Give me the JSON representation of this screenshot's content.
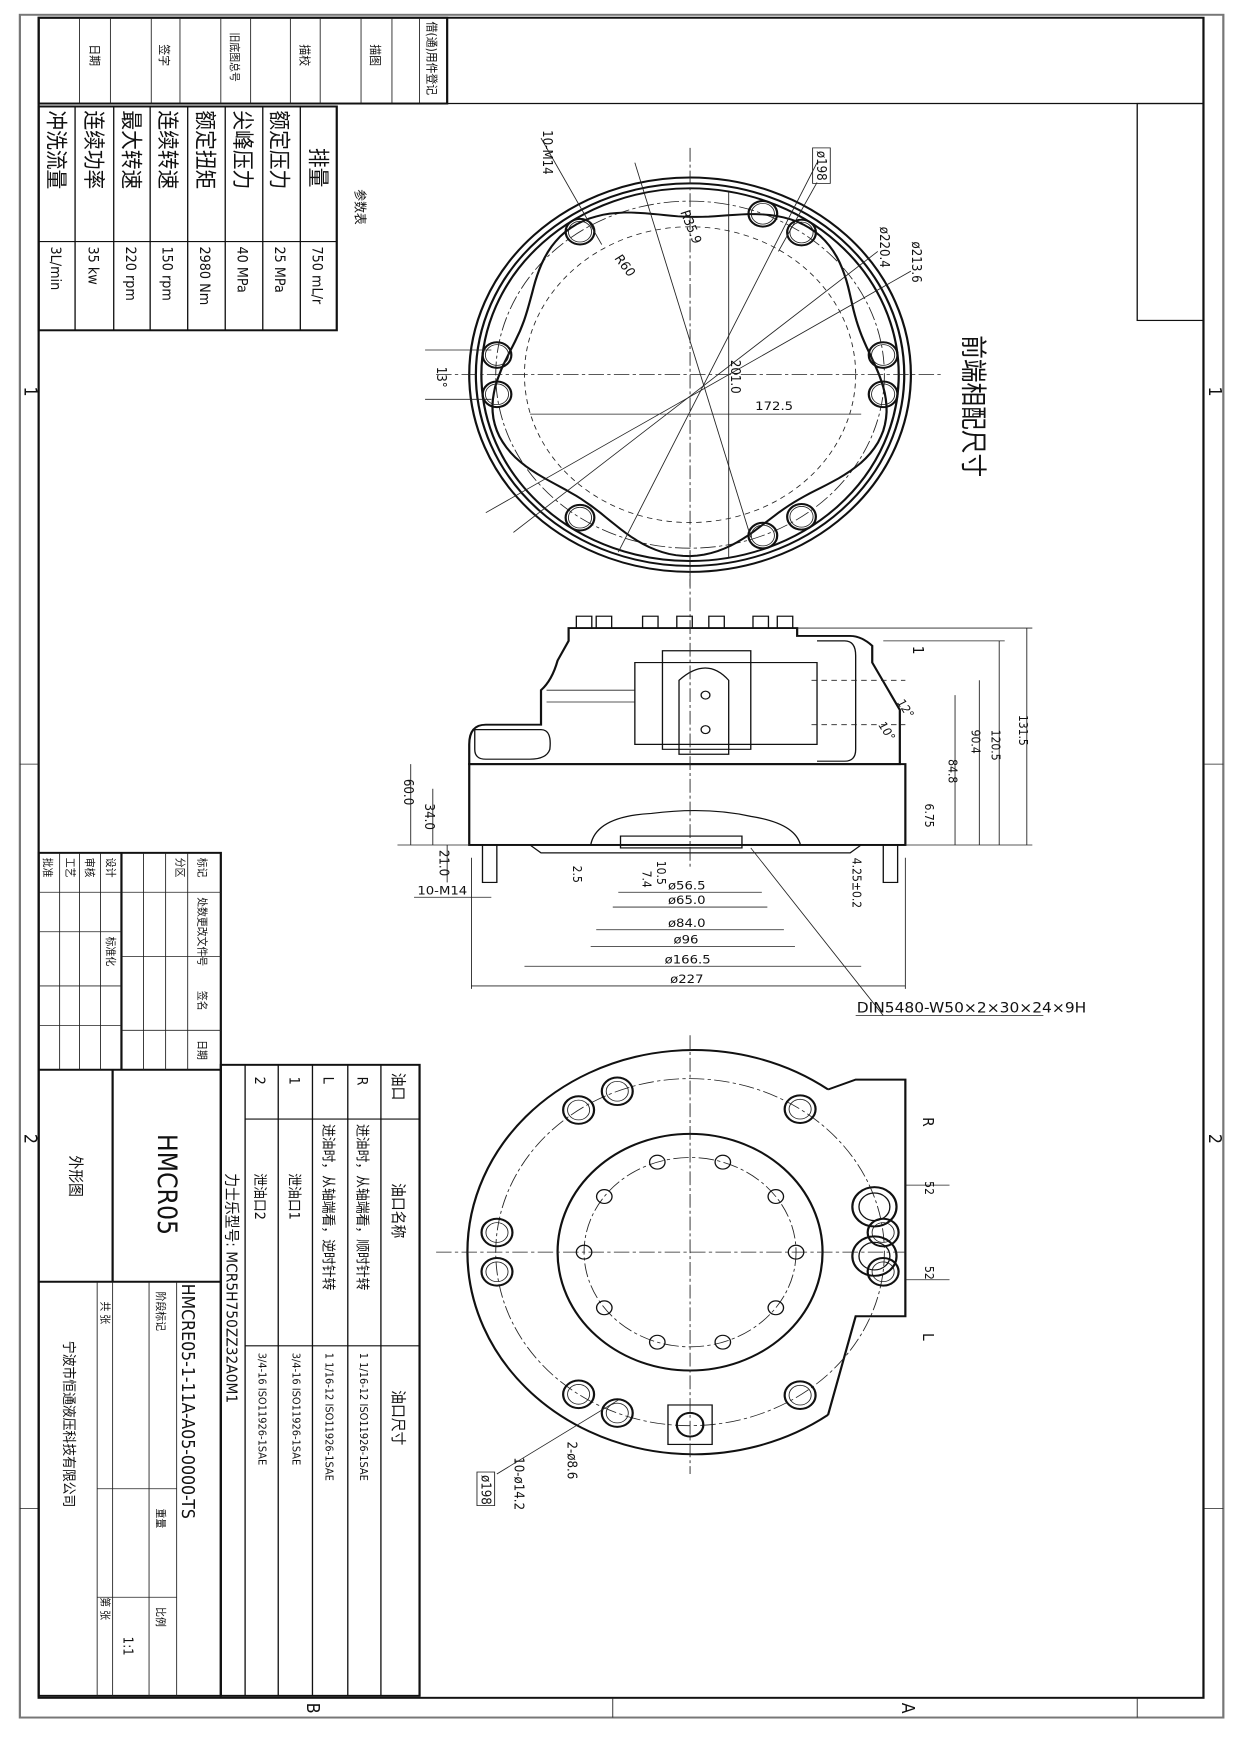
{
  "zone_marks": {
    "row1": "1",
    "row2": "2",
    "col_a": "A",
    "col_b": "B"
  },
  "registry_block": {
    "labels": [
      "借(通)用件登记",
      "描图",
      "描校",
      "旧底图总号",
      "签字",
      "日期"
    ]
  },
  "param_table": {
    "title": "参数表",
    "rows": [
      {
        "name": "排量",
        "value": "750 mL/r"
      },
      {
        "name": "额定压力",
        "value": "25 MPa"
      },
      {
        "name": "尖峰压力",
        "value": "40 MPa"
      },
      {
        "name": "额定扭矩",
        "value": "2980 Nm"
      },
      {
        "name": "连续转速",
        "value": "150 rpm"
      },
      {
        "name": "最大转速",
        "value": "220 rpm"
      },
      {
        "name": "连续功率",
        "value": "35 kw"
      },
      {
        "name": "冲洗流量",
        "value": "3L/min"
      }
    ]
  },
  "front_view": {
    "title": "前端相配尺寸",
    "dims": {
      "holes": "10-M14",
      "bolt_circle": "ø198",
      "d1": "ø220.4",
      "d2": "ø213.6",
      "r1": "R35.9",
      "r2": "R60",
      "angle": "13°",
      "h": "201.0",
      "w": "172.5"
    }
  },
  "side_view": {
    "dims": {
      "d60": "60.0",
      "d34": "34.0",
      "d21": "21.0",
      "holes": "10-M14",
      "d25": "2.5",
      "d105": "10.5",
      "d74": "7.4",
      "dia565": "ø56.5",
      "dia650": "ø65.0",
      "dia840": "ø84.0",
      "dia96": "ø96",
      "dia1665": "ø166.5",
      "dia227": "ø227",
      "d425": "4.25±0.2",
      "d675": "6.75",
      "d848": "84.8",
      "d904": "90.4",
      "d1205": "120.5",
      "d1315": "131.5",
      "port": "1",
      "a12": "12°",
      "a10": "10°"
    },
    "spline": "DIN5480-W50×2×30×24×9H"
  },
  "rear_view": {
    "dims": {
      "port_r": "R",
      "port_l": "L",
      "s1": "52",
      "s2": "52",
      "bolt_circle": "ø198",
      "holes": "10-ø14.2",
      "pins": "2-ø8.6"
    }
  },
  "port_table": {
    "headers": {
      "id": "油口",
      "name": "油口名称",
      "size": "油口尺寸"
    },
    "rows": [
      {
        "id": "R",
        "name": "进油时，从轴端看，顺时针转",
        "size": "1 1/16-12 ISO11926-1SAE"
      },
      {
        "id": "L",
        "name": "进油时，从轴端看，逆时针转",
        "size": "1 1/16-12 ISO11926-1SAE"
      },
      {
        "id": "1",
        "name": "泄油口1",
        "size": "3/4-16 ISO11926-1SAE"
      },
      {
        "id": "2",
        "name": "泄油口2",
        "size": "3/4-16 ISO11926-1SAE"
      }
    ],
    "model": "力士乐型号: MCR5H750ZZ32A0M1"
  },
  "title_block": {
    "rev_labels": [
      "标记",
      "处数",
      "分区",
      "更改文件号",
      "签名",
      "日期"
    ],
    "role_labels": [
      "设计",
      "审核",
      "工艺",
      "标准化",
      "批准"
    ],
    "drawing_type": "外形图",
    "product": "HMCR05",
    "drawing_number": "HMCRE05-1-11A-A05-0000-TS",
    "stage_label": "阶段标记",
    "weight_label": "重量",
    "scale_label": "比例",
    "scale": "1:1",
    "sheets_total": "共 张",
    "sheet_no": "第 张",
    "company": "宁波市恒通液压科技有限公司"
  }
}
